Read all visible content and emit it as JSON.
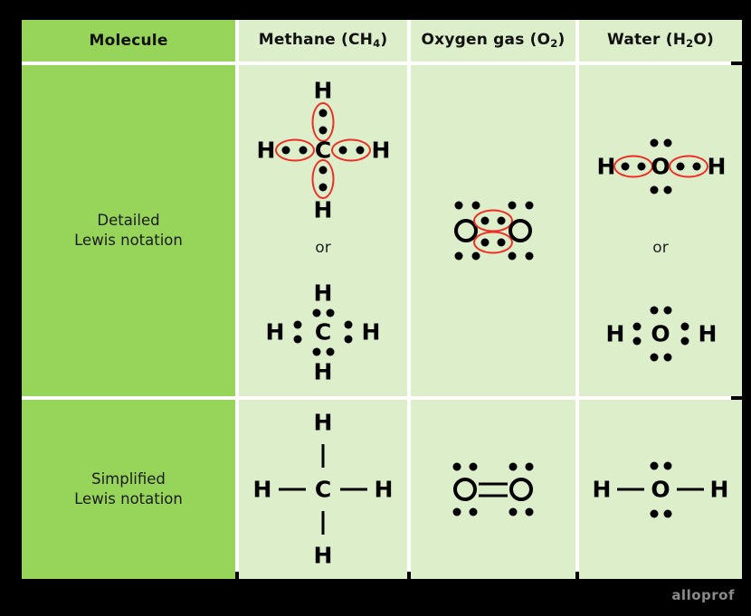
{
  "table": {
    "columns": [
      {
        "id": "molecule",
        "label": "Molecule"
      },
      {
        "id": "methane",
        "label": "Methane (CH4)",
        "label_main": "Methane (CH",
        "label_sub": "4",
        "label_tail": ")"
      },
      {
        "id": "oxygen",
        "label": "Oxygen gas (O2)",
        "label_main": "Oxygen gas (O",
        "label_sub": "2",
        "label_tail": ")"
      },
      {
        "id": "water",
        "label": "Water (H2O)",
        "label_main": "Water (H",
        "label_sub": "2",
        "label_tail": "O)"
      }
    ],
    "rows": [
      {
        "id": "detailed",
        "label_line1": "Detailed",
        "label_line2": "Lewis notation"
      },
      {
        "id": "simplified",
        "label_line1": "Simplified",
        "label_line2": "Lewis notation"
      }
    ],
    "or_text": "or"
  },
  "atoms": {
    "H": "H",
    "C": "C",
    "O": "O"
  },
  "structures": {
    "methane_detailed_primary": {
      "caption": "CH4 with red circled shared electron pairs around central C",
      "center_atom": "C",
      "terminal_atoms": [
        "H",
        "H",
        "H",
        "H"
      ],
      "shared_pairs": 4,
      "lone_pairs": 0,
      "highlight": true
    },
    "methane_detailed_alt": {
      "caption": "CH4 drawn with plain dot pairs",
      "center_atom": "C",
      "terminal_atoms": [
        "H",
        "H",
        "H",
        "H"
      ],
      "shared_pairs": 4,
      "lone_pairs": 0,
      "highlight": false
    },
    "oxygen_detailed": {
      "caption": "O2 double bond with two red circled shared pairs and lone pairs",
      "atoms": [
        "O",
        "O"
      ],
      "shared_pairs": 2,
      "lone_pairs_per_atom": 2,
      "highlight": true
    },
    "water_detailed_primary": {
      "caption": "H2O with red circled bonding pairs and two lone pairs on O",
      "center_atom": "O",
      "terminal_atoms": [
        "H",
        "H"
      ],
      "shared_pairs": 2,
      "lone_pairs": 2,
      "highlight": true
    },
    "water_detailed_alt": {
      "caption": "H2O drawn with plain dot pairs",
      "center_atom": "O",
      "terminal_atoms": [
        "H",
        "H"
      ],
      "shared_pairs": 2,
      "lone_pairs": 2,
      "highlight": false
    },
    "methane_simplified": {
      "caption": "CH4 structural formula with four single bond lines",
      "center_atom": "C",
      "terminal_atoms": [
        "H",
        "H",
        "H",
        "H"
      ],
      "bond_order": 1,
      "lone_pairs": 0
    },
    "oxygen_simplified": {
      "caption": "O=O double bond line with lone pairs",
      "atoms": [
        "O",
        "O"
      ],
      "bond_order": 2,
      "lone_pairs_per_atom": 2
    },
    "water_simplified": {
      "caption": "H-O-H single bond lines with two lone pairs on O",
      "center_atom": "O",
      "terminal_atoms": [
        "H",
        "H"
      ],
      "bond_order": 1,
      "lone_pairs": 2
    }
  },
  "colors": {
    "header_dark_green": "#97d45a",
    "cell_light_green": "#ddeecb",
    "highlight_red": "#ee2d24",
    "atom_black": "#000000",
    "background": "#000000"
  },
  "watermark": {
    "text": "alloprof"
  }
}
